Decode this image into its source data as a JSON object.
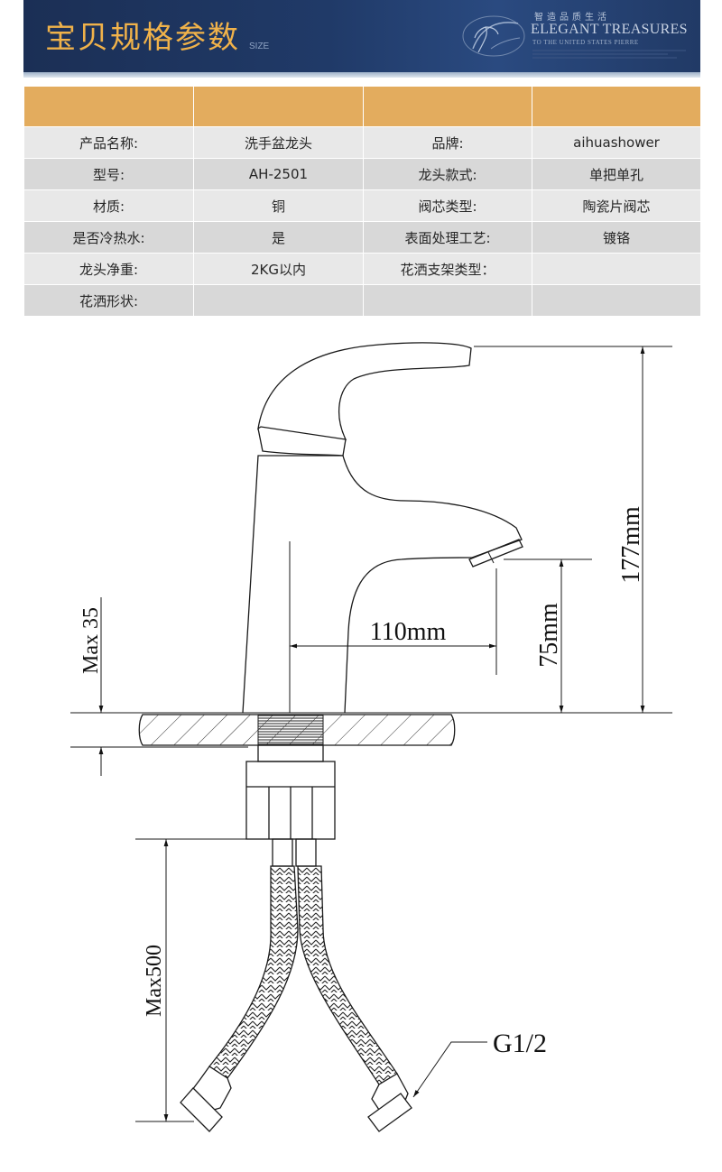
{
  "header": {
    "title": "宝贝规格参数",
    "subtitle": "SIZE",
    "brand_cn": "智造品质生活",
    "brand_en": "ELEGANT TREASURES",
    "brand_tagline": "TO THE UNITED STATES PIERRE"
  },
  "spec_table": {
    "header_row": [
      "",
      "",
      "",
      ""
    ],
    "rows": [
      [
        "产品名称:",
        "洗手盆龙头",
        "品牌:",
        "aihuashower"
      ],
      [
        "型号:",
        "AH-2501",
        "龙头款式:",
        "单把单孔"
      ],
      [
        "材质:",
        "铜",
        "阀芯类型:",
        "陶瓷片阀芯"
      ],
      [
        "是否冷热水:",
        "是",
        "表面处理工艺:",
        "镀铬"
      ],
      [
        "龙头净重:",
        "2KG以内",
        "花洒支架类型：",
        ""
      ],
      [
        "花洒形状:",
        "",
        "",
        ""
      ]
    ]
  },
  "drawing": {
    "dim_height": "177mm",
    "dim_spout_height": "75mm",
    "dim_reach": "110mm",
    "dim_max_deck": "Max 35",
    "dim_hose": "Max500",
    "connector": "G1/2"
  },
  "colors": {
    "banner_bg": "#203a68",
    "title_gold": "#f0b24a",
    "table_header": "#e3ac5e",
    "row_light": "#e8e8e8",
    "row_dark": "#d8d8d8"
  }
}
